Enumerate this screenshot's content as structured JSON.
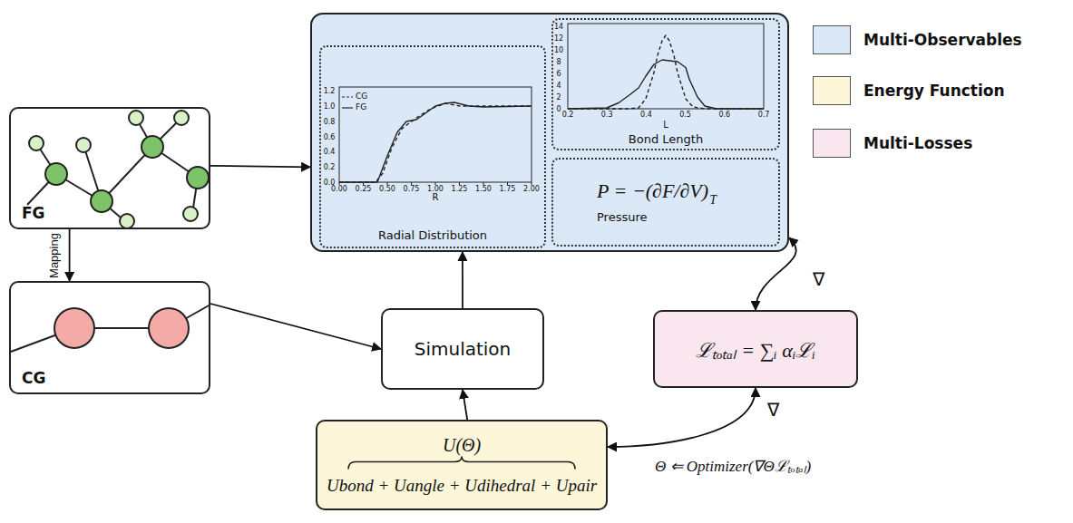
{
  "diagram": {
    "nodes": [
      {
        "text": [
          "FG"
        ]
      },
      {
        "text": [
          "CG"
        ]
      },
      {
        "text": []
      },
      {
        "text": [
          "Radial Distribution"
        ],
        "in": 2
      },
      {
        "text": [
          "Bond Length"
        ],
        "in": 2
      },
      {
        "text": [
          "P = −(∂F/∂V)",
          "T",
          "Pressure"
        ],
        "in": 2
      },
      {
        "text": [
          "Simulation"
        ]
      },
      {
        "text": [
          "U(Θ)",
          "Ubond + Uangle + Udihedral + Upair"
        ]
      },
      {
        "text": [
          "ℒₜₒₜₐₗ = ∑ᵢ αᵢℒᵢ"
        ]
      }
    ],
    "edges": [
      {
        "from": 0,
        "to": 1,
        "arrow": "to",
        "label": "Mapping"
      },
      {
        "from": 0,
        "to": 2,
        "arrow": "to"
      },
      {
        "from": 1,
        "to": 6,
        "arrow": "to"
      },
      {
        "from": 6,
        "to": 2,
        "arrow": "to"
      },
      {
        "from": 7,
        "to": 6,
        "arrow": "to"
      },
      {
        "from": 8,
        "to": 2,
        "arrow": "both"
      },
      {
        "from": 8,
        "to": 7,
        "arrow": "both"
      }
    ],
    "labels": [
      "∇",
      "∇",
      "Θ ⇐ Optimizer(∇Θℒₜₒₜₐₗ)",
      "CG",
      "FG",
      "R",
      "L",
      "0.00",
      "0.25",
      "0.50",
      "0.75",
      "1.00",
      "1.25",
      "1.50",
      "1.75",
      "2.00",
      "0.0",
      "0.2",
      "0.4",
      "0.6",
      "0.8",
      "1.0",
      "1.2",
      "0.2",
      "0.3",
      "0.4",
      "0.5",
      "0.6",
      "0.7",
      "0",
      "2",
      "4",
      "6",
      "8",
      "10",
      "12",
      "14"
    ],
    "legend": [
      {
        "text": "Multi-Observables",
        "color": "#dbe8f7"
      },
      {
        "text": "Energy Function",
        "color": "#fdf6d8"
      },
      {
        "text": "Multi-Losses",
        "color": "#fae6ee"
      }
    ]
  }
}
